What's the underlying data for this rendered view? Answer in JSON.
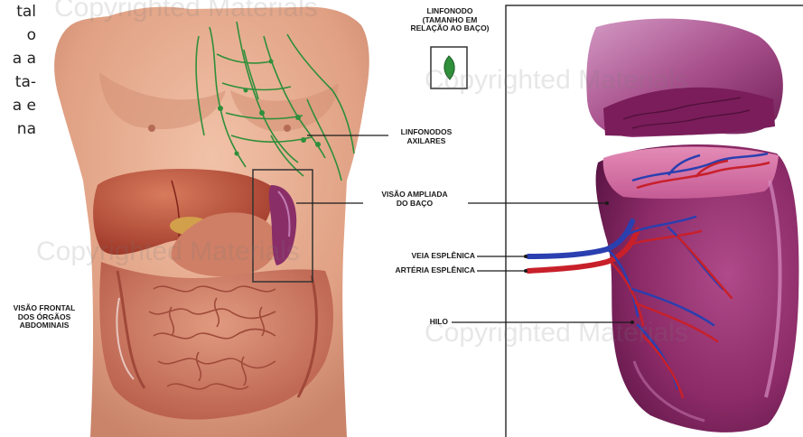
{
  "side_text": [
    "tal",
    "o",
    "a a",
    "ta-",
    "a e",
    "na"
  ],
  "labels": {
    "linfonodo": "LINFONODO\n(TAMANHO EM\nRELAÇÃO AO BAÇO)",
    "axilares": "LINFONODOS\nAXILARES",
    "visao_ampliada": "VISÃO AMPLIADA\nDO BAÇO",
    "veia": "VEIA ESPLÊNICA",
    "arteria": "ARTÉRIA ESPLÊNICA",
    "hilo": "HILO",
    "visao_frontal": "VISÃO FRONTAL\nDOS ÓRGÃOS\nABDOMINAIS"
  },
  "watermark": "Copyrighted Materials",
  "colors": {
    "skin": "#e6a98f",
    "spleen": "#8c2e6a",
    "spleen_light": "#c77ab0",
    "vein": "#2a3fb0",
    "artery": "#c8202a",
    "lymph": "#2f8f3a",
    "liver": "#b9473a",
    "intestine": "#c8705e"
  }
}
